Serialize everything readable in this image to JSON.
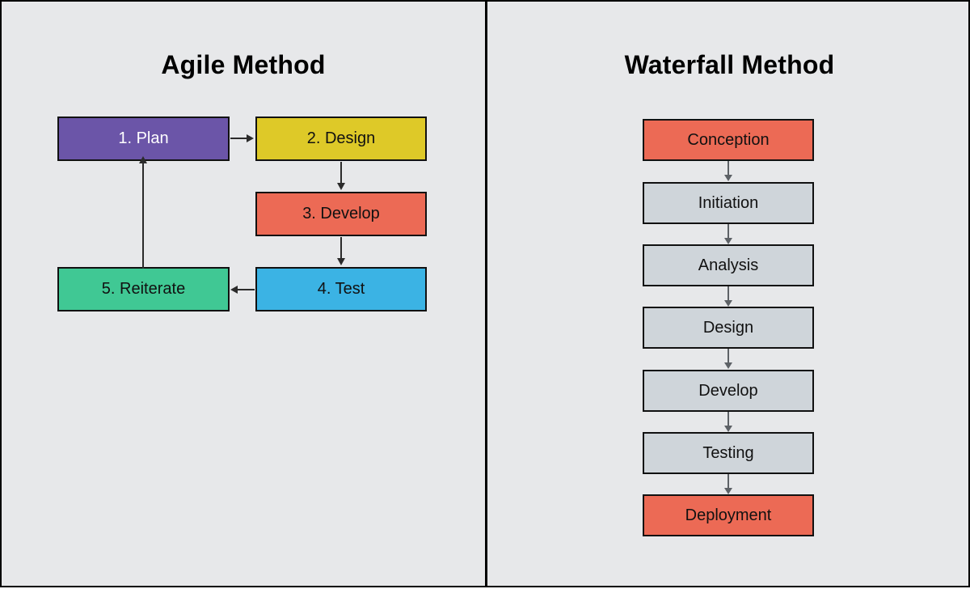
{
  "background_color": "#e7e8ea",
  "border_color": "#000000",
  "agile": {
    "title": "Agile Method",
    "connector_color": "#2b2b2b",
    "nodes": [
      {
        "label": "1. Plan",
        "fill": "#6b55a8",
        "text_color": "#ffffff"
      },
      {
        "label": "2. Design",
        "fill": "#dec928",
        "text_color": "#111111"
      },
      {
        "label": "3. Develop",
        "fill": "#ec6a55",
        "text_color": "#111111"
      },
      {
        "label": "4. Test",
        "fill": "#3bb3e4",
        "text_color": "#111111"
      },
      {
        "label": "5. Reiterate",
        "fill": "#40c894",
        "text_color": "#111111"
      }
    ],
    "flow": [
      {
        "from": "1. Plan",
        "to": "2. Design",
        "direction": "right"
      },
      {
        "from": "2. Design",
        "to": "3. Develop",
        "direction": "down"
      },
      {
        "from": "3. Develop",
        "to": "4. Test",
        "direction": "down"
      },
      {
        "from": "4. Test",
        "to": "5. Reiterate",
        "direction": "left"
      },
      {
        "from": "5. Reiterate",
        "to": "1. Plan",
        "direction": "up"
      }
    ]
  },
  "waterfall": {
    "title": "Waterfall Method",
    "connector_color": "#5d6166",
    "nodes": [
      {
        "label": "Conception",
        "fill": "#ec6a55",
        "text_color": "#111111"
      },
      {
        "label": "Initiation",
        "fill": "#cfd5da",
        "text_color": "#111111"
      },
      {
        "label": "Analysis",
        "fill": "#cfd5da",
        "text_color": "#111111"
      },
      {
        "label": "Design",
        "fill": "#cfd5da",
        "text_color": "#111111"
      },
      {
        "label": "Develop",
        "fill": "#cfd5da",
        "text_color": "#111111"
      },
      {
        "label": "Testing",
        "fill": "#cfd5da",
        "text_color": "#111111"
      },
      {
        "label": "Deployment",
        "fill": "#ec6a55",
        "text_color": "#111111"
      }
    ]
  }
}
